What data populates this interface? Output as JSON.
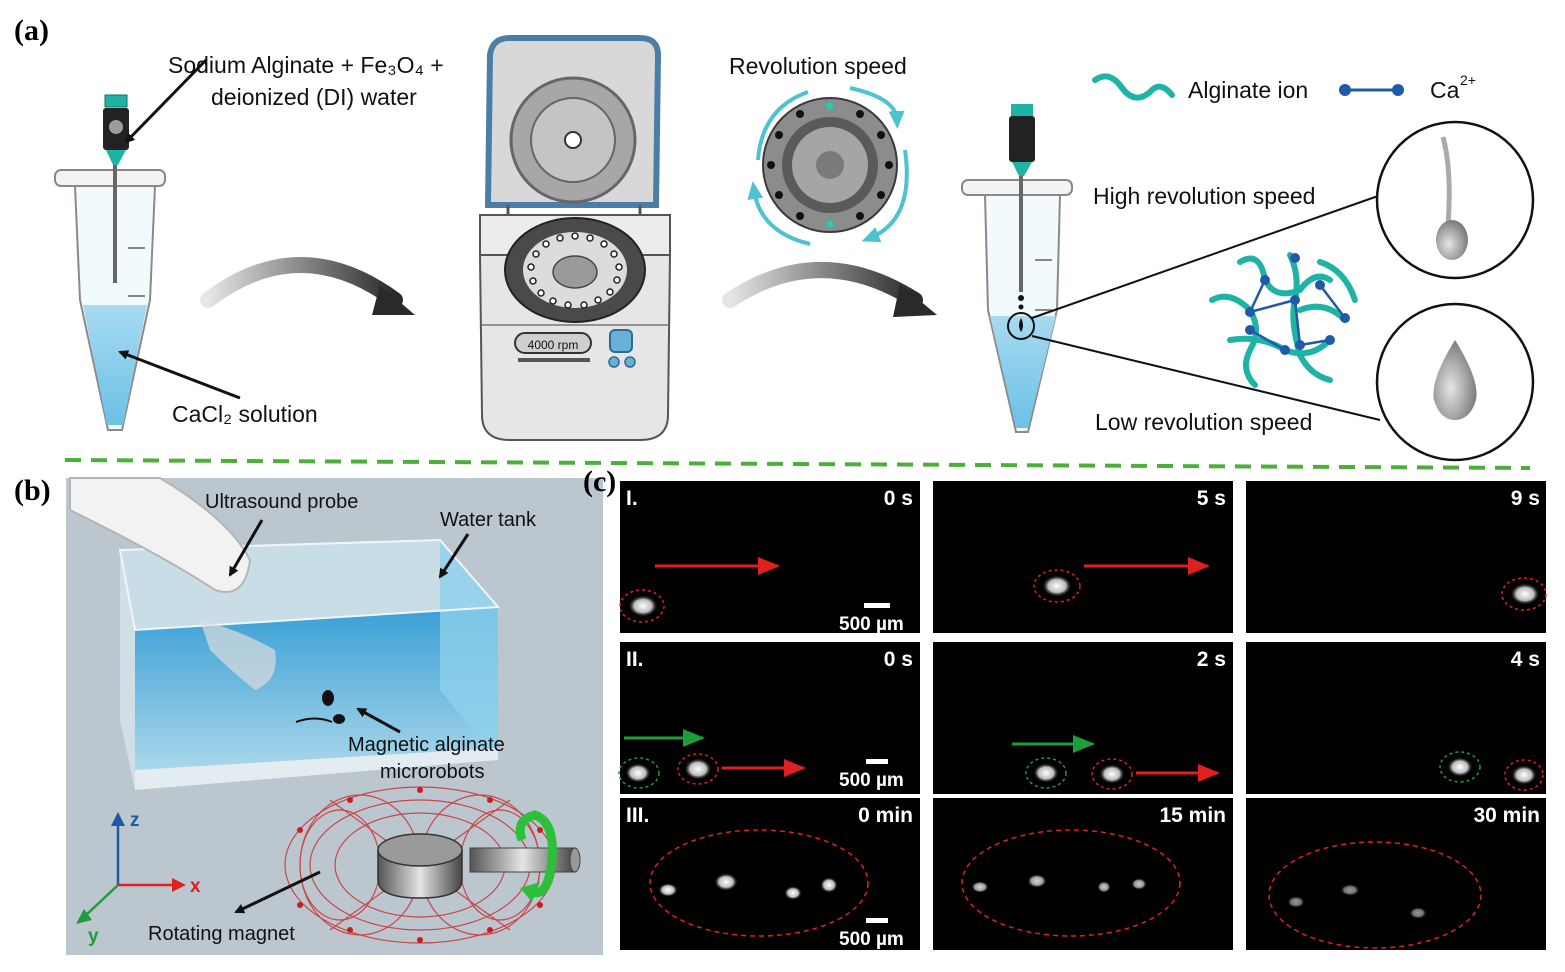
{
  "panel_labels": {
    "a": "(a)",
    "b": "(b)",
    "c": "(c)"
  },
  "panel_a": {
    "syringe_label_line1": "Sodium Alginate + Fe₃O₄ +",
    "syringe_label_line2": "deionized (DI) water",
    "cacl2_label": "CaCl₂ solution",
    "centrifuge_display": "4000 rpm",
    "revolution_label": "Revolution speed",
    "legend_alginate": "Alginate ion",
    "legend_ca": "Ca",
    "legend_ca_sup": "2+",
    "high_speed": "High revolution speed",
    "low_speed": "Low revolution speed"
  },
  "panel_b": {
    "probe": "Ultrasound probe",
    "tank": "Water tank",
    "robots_line1": "Magnetic alginate",
    "robots_line2": "microrobots",
    "magnet": "Rotating magnet",
    "axis_x": "x",
    "axis_y": "y",
    "axis_z": "z"
  },
  "panel_c": {
    "rows": [
      {
        "label": "I.",
        "times": [
          "0 s",
          "5 s",
          "9 s"
        ]
      },
      {
        "label": "II.",
        "times": [
          "0 s",
          "2 s",
          "4 s"
        ]
      },
      {
        "label": "III.",
        "times": [
          "0 min",
          "15 min",
          "30 min"
        ]
      }
    ],
    "scale_bar": "500 µm"
  },
  "colors": {
    "teal": "#1fb3a5",
    "ca_blue": "#1e5aa8",
    "divider_green": "#4caf3a",
    "arrow_red": "#e02020",
    "arrow_green": "#1e9e3a"
  }
}
